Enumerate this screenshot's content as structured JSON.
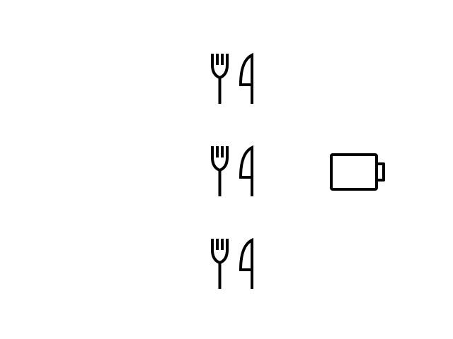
{
  "icons": [
    {
      "name": "restaurant-icon",
      "glyph": "fork-and-knife"
    },
    {
      "name": "restaurant-icon",
      "glyph": "fork-and-knife"
    },
    {
      "name": "restaurant-icon",
      "glyph": "fork-and-knife"
    },
    {
      "name": "battery-empty-icon",
      "glyph": "battery-outline",
      "level": 0
    }
  ],
  "colors": {
    "background": "#ffffff",
    "icon_stroke": "#000000"
  }
}
